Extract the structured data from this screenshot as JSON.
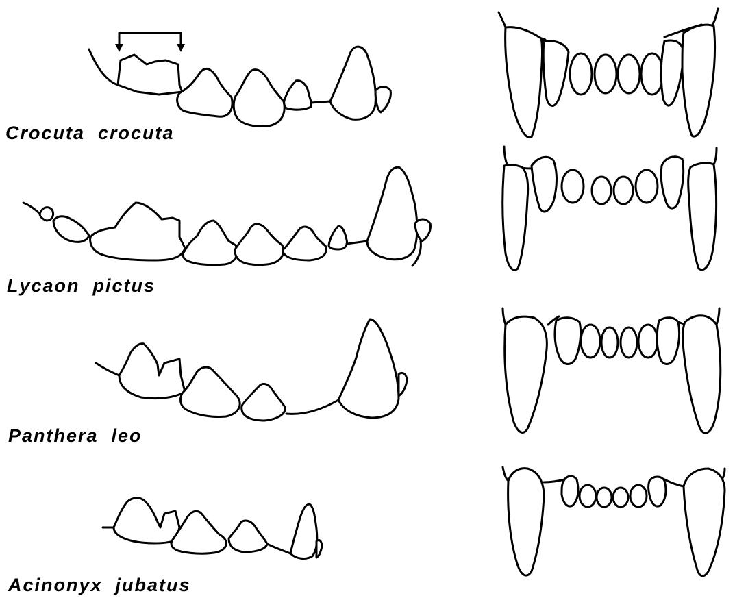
{
  "species": [
    {
      "id": "crocuta",
      "label": "Crocuta  crocuta"
    },
    {
      "id": "lycaon",
      "label": "Lycaon  pictus"
    },
    {
      "id": "panthera",
      "label": "Panthera  leo"
    },
    {
      "id": "acinonyx",
      "label": "Acinonyx  jubatus"
    }
  ]
}
